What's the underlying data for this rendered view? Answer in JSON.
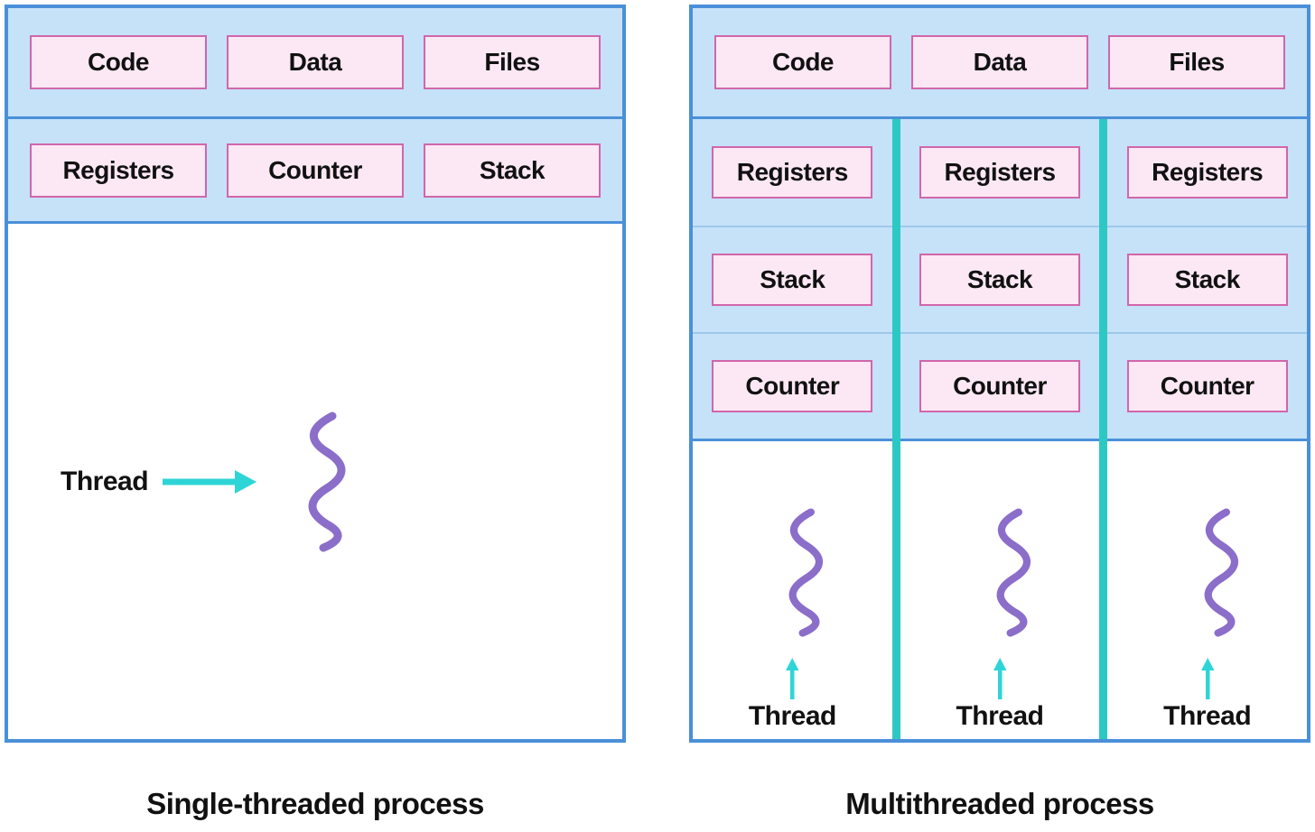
{
  "colors": {
    "panel_border": "#4a90d9",
    "panel_fill": "#c6e2f8",
    "row_divider": "#9dc8ea",
    "box_fill": "#fce8f4",
    "box_border": "#d166ab",
    "teal_line": "#2cc9c4",
    "arrow_cyan": "#2ed5d6",
    "thread_purple": "#8b6ec9",
    "text_color": "#111111"
  },
  "left": {
    "caption": "Single-threaded process",
    "shared": [
      "Code",
      "Data",
      "Files"
    ],
    "state": [
      "Registers",
      "Counter",
      "Stack"
    ],
    "thread_label": "Thread"
  },
  "right": {
    "caption": "Multithreaded process",
    "shared": [
      "Code",
      "Data",
      "Files"
    ],
    "grid": [
      [
        "Registers",
        "Registers",
        "Registers"
      ],
      [
        "Stack",
        "Stack",
        "Stack"
      ],
      [
        "Counter",
        "Counter",
        "Counter"
      ]
    ],
    "thread_labels": [
      "Thread",
      "Thread",
      "Thread"
    ]
  }
}
